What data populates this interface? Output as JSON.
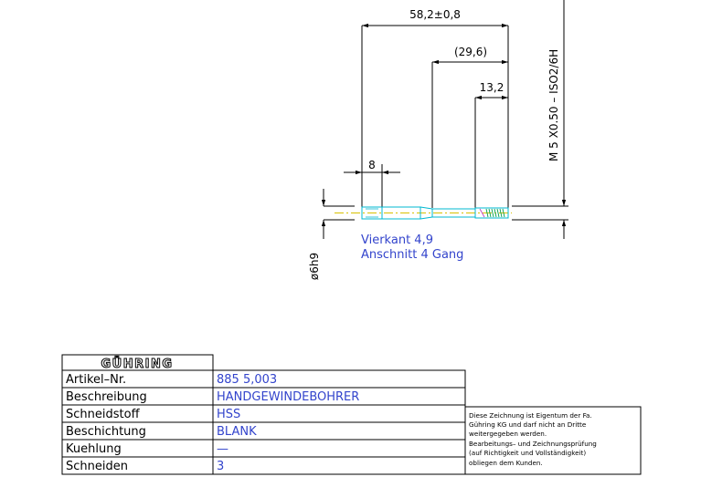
{
  "dimensions": {
    "total_length": "58,2±0,8",
    "shank_length": "(29,6)",
    "thread_length": "13,2",
    "square_length": "8",
    "shank_diameter": "ø6h9",
    "thread_spec": "M 5  X0.50  –  ISO2/6H"
  },
  "notes": {
    "square": "Vierkant 4,9",
    "chamfer": "Anschnitt 4 Gang"
  },
  "title_block": {
    "logo": "GÜHRING",
    "rows": [
      {
        "label": "Artikel–Nr.",
        "value": "885 5,003"
      },
      {
        "label": "Beschreibung",
        "value": "HANDGEWINDEBOHRER"
      },
      {
        "label": "Schneidstoff",
        "value": "HSS"
      },
      {
        "label": "Beschichtung",
        "value": "BLANK"
      },
      {
        "label": "Kuehlung",
        "value": "—"
      },
      {
        "label": "Schneiden",
        "value": "3"
      }
    ],
    "notice_lines": [
      "Diese Zeichnung ist Eigentum der Fa.",
      "Gühring KG und darf nicht an Dritte",
      "weitergegeben werden.",
      "Bearbeitungs– und Zeichnungsprüfung",
      "(auf Richtigkeit und Vollständigkeit)",
      "obliegen dem Kunden."
    ]
  },
  "colors": {
    "line": "#000000",
    "text_blue": "#3344cc",
    "part_cyan": "#00b8d0",
    "center_yellow": "#d8c000",
    "thread_green": "#00a050"
  }
}
